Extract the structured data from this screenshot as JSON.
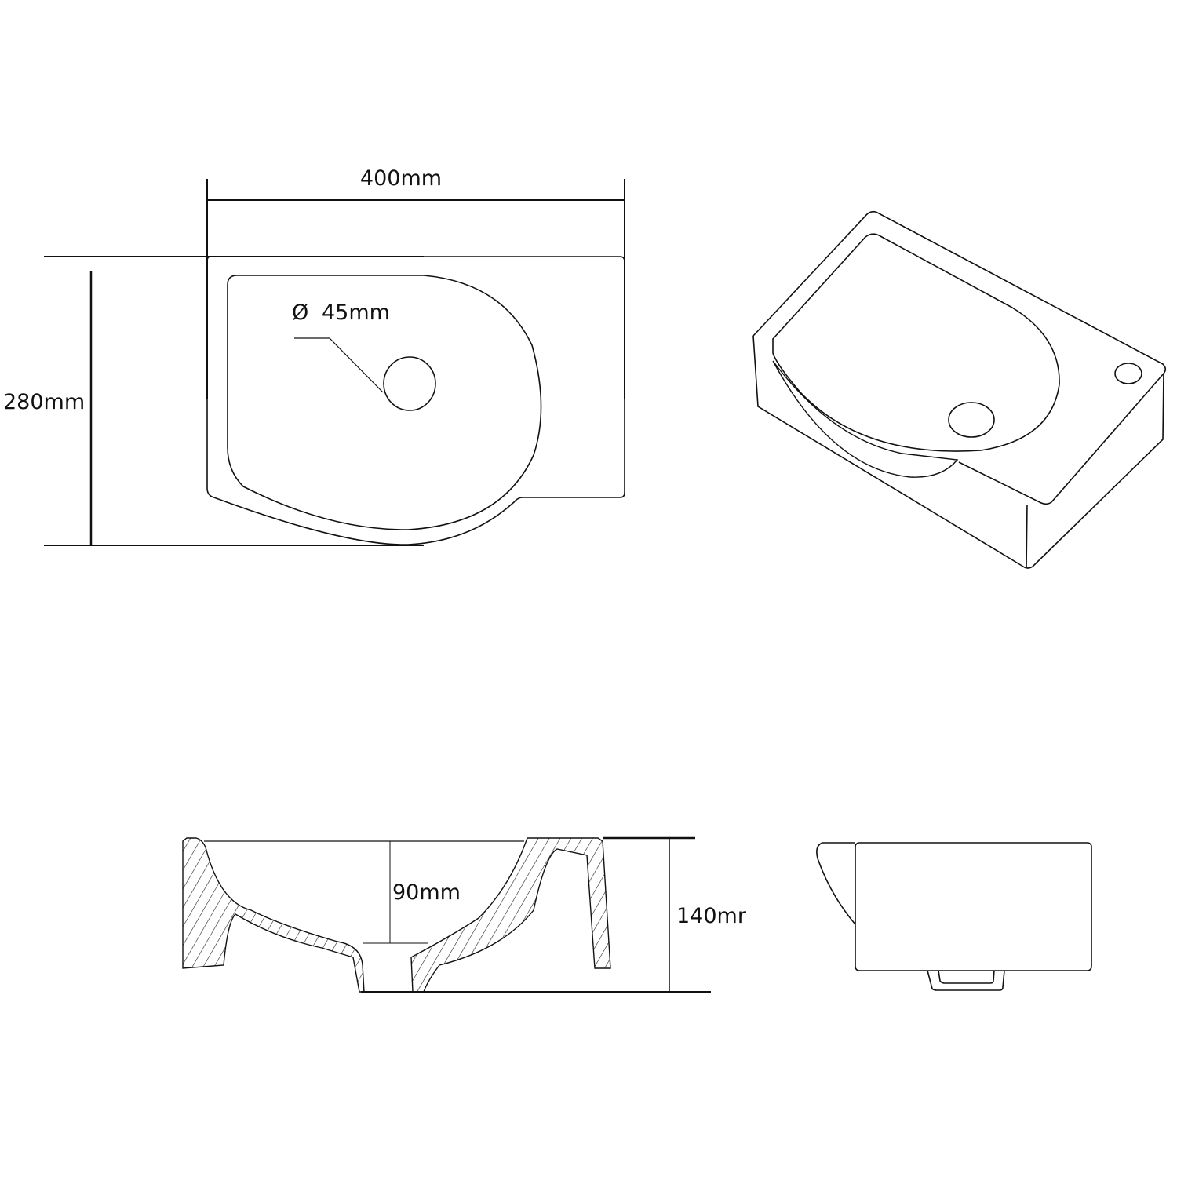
{
  "diagram": {
    "subject": "wall-hung basin technical drawing",
    "views": {
      "top_view": {
        "width_label": "400mm",
        "depth_label": "280mm",
        "drain_label": "45mm",
        "drain_symbol": "Ø"
      },
      "isometric_view": {},
      "section_view": {
        "bowl_depth_label": "90mm",
        "height_label": "140mr"
      },
      "side_view": {}
    }
  }
}
